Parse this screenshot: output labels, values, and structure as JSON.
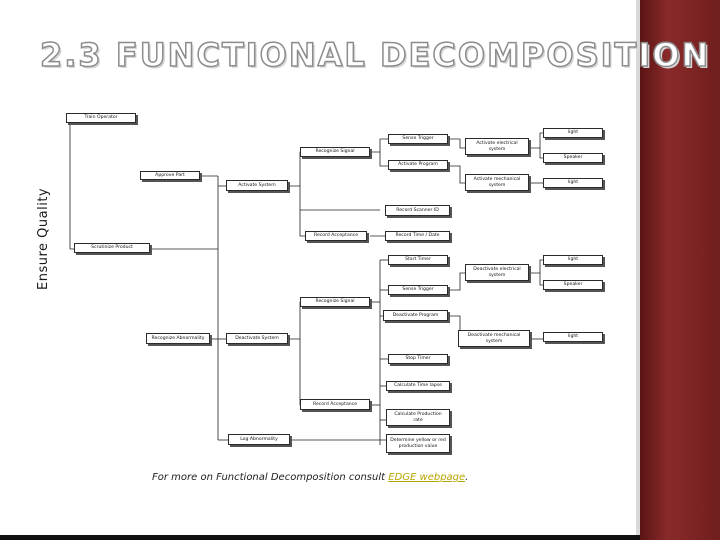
{
  "slide": {
    "title": "2.3 FUNCTIONAL DECOMPOSITION",
    "side_label": "Ensure Quality",
    "footer_prefix": "For more on Functional Decomposition consult ",
    "footer_link": "EDGE webpage",
    "footer_suffix": "."
  },
  "nodes": {
    "train_operator": "Train Operator",
    "approve_part": "Approve    Part",
    "scrutinize_product": "Scrutinize  Product",
    "recognize_signal_1": "Recognize  Signal",
    "sense_trigger_1": "Sense   Trigger",
    "activate_program": "Activate  Program",
    "activate_system": "Activate  System",
    "activate_electrical": "Activate  electrical system",
    "activate_mechanical": "Activate  mechanical system",
    "light_1": "light",
    "speaker_1": "Speaker",
    "light_2": "light",
    "record_scanner_id": "Record Scanner ID",
    "record_acceptance": "Record Acceptance",
    "record_time_date": "Record  Time / Date",
    "start_timer": "Start  Timer",
    "sense_trigger_2": "Sense   Trigger",
    "recognize_signal_2": "Recognize  Signal",
    "deactivate_electrical": "Deactivate  electrical system",
    "deactivate_program": "Deactivate  Program",
    "deactivate_mechanical": "Deactivate  mechanical system",
    "light_3": "light",
    "speaker_2": "Speaker",
    "light_4": "light",
    "recognize_abnormality": "Recognize  Abnormality",
    "deactivate_system": "Deactivate  System",
    "stop_timer": "Stop  Timer",
    "calculate_time_lapse": "Calculate  Time  lapse",
    "record_acceptance_2": "Record  Acceptance",
    "calculate_production_rate": "Calculate  Production  rate",
    "log_abnormality": "Log  Abnormality",
    "determine_yellow_red": "Determine  yellow  or  red  production  value"
  }
}
